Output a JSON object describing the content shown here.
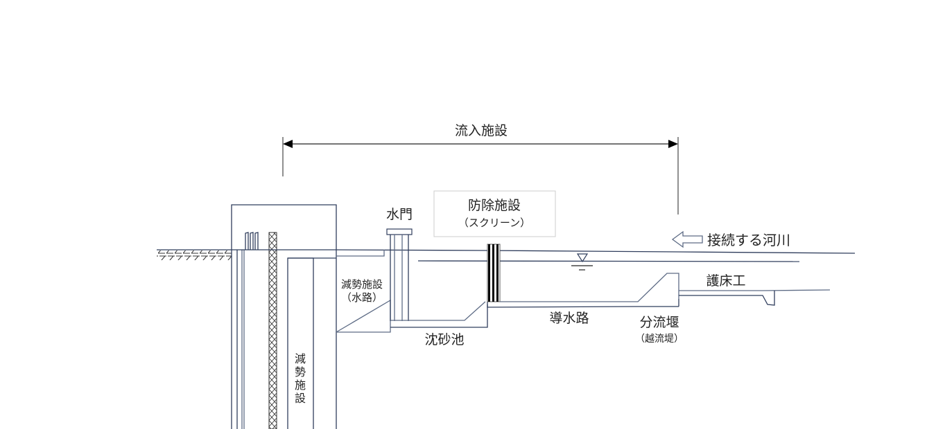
{
  "diagram": {
    "title": "流入施設",
    "labels": {
      "inflow_facility": "流入施設",
      "sluice_gate": "水門",
      "screen_title": "防除施設",
      "screen_sub": "（スクリーン）",
      "connected_river": "接続する河川",
      "energy_dissipator_channel_1": "減勢施設",
      "energy_dissipator_channel_2": "（水路）",
      "sedimentation_basin": "沈砂池",
      "headrace": "導水路",
      "diversion_weir": "分流堰",
      "diversion_weir_sub": "（越流堤）",
      "bed_protection": "護床工",
      "energy_dissipator_vertical": [
        "減",
        "勢",
        "施",
        "設"
      ]
    },
    "icons": {
      "flow_arrow": "left-arrow-outline",
      "water_level": "water-level-triangle"
    },
    "colors": {
      "line": "#2f3d5c",
      "line_light": "#5d6b85",
      "screen_bars": "#000000",
      "text": "#222222",
      "screen_box_border": "#cccccc"
    }
  }
}
